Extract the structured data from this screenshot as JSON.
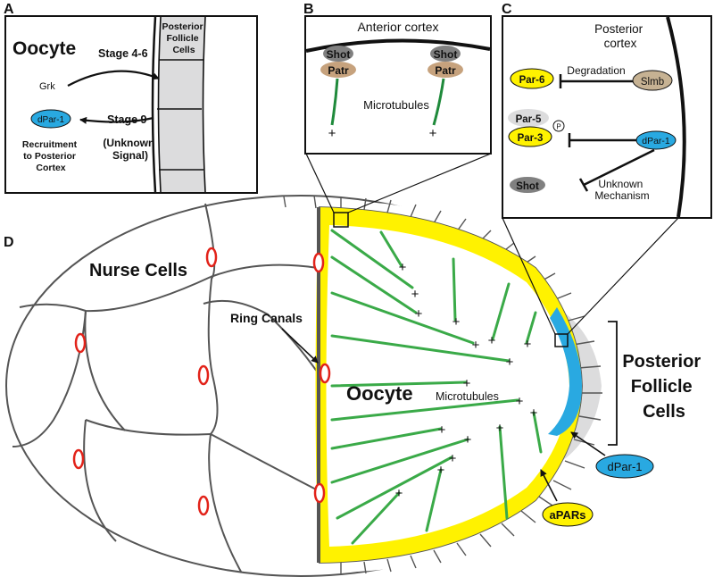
{
  "panel_a": {
    "letter": "A",
    "oocyte": "Oocyte",
    "posterior_follicle_cells": [
      "Posterior",
      "Follicle",
      "Cells"
    ],
    "stage_4_6": "Stage 4-6",
    "grk": "Grk",
    "stage_9": "Stage 9",
    "unknown_signal": [
      "(Unknown",
      "Signal)"
    ],
    "dpar1": "dPar-1",
    "recruitment": [
      "Recruitment",
      "to Posterior",
      "Cortex"
    ]
  },
  "panel_b": {
    "letter": "B",
    "title": "Anterior cortex",
    "shot": "Shot",
    "patr": "Patr",
    "microtubules": "Microtubules",
    "plus": "+"
  },
  "panel_c": {
    "letter": "C",
    "title": [
      "Posterior",
      "cortex"
    ],
    "par6": "Par-6",
    "degradation": "Degradation",
    "slmb": "Slmb",
    "par5": "Par-5",
    "par3": "Par-3",
    "phospho": "P",
    "dpar1": "dPar-1",
    "shot": "Shot",
    "unknown_mechanism": [
      "Unknown",
      "Mechanism"
    ]
  },
  "panel_d": {
    "letter": "D",
    "nurse_cells": "Nurse Cells",
    "ring_canals": "Ring Canals",
    "oocyte": "Oocyte",
    "microtubules": "Microtubules",
    "posterior_follicle_cells": [
      "Posterior",
      "Follicle",
      "Cells"
    ],
    "dpar1": "dPar-1",
    "apars": "aPARs",
    "plus": "+"
  },
  "colors": {
    "yellow": "#fff200",
    "blue": "#29a9e1",
    "green": "#3aaa48",
    "red": "#e2231a",
    "gray_cell": "#dcdcdd",
    "tan": "#c6b293",
    "shot_gray": "#808080"
  }
}
